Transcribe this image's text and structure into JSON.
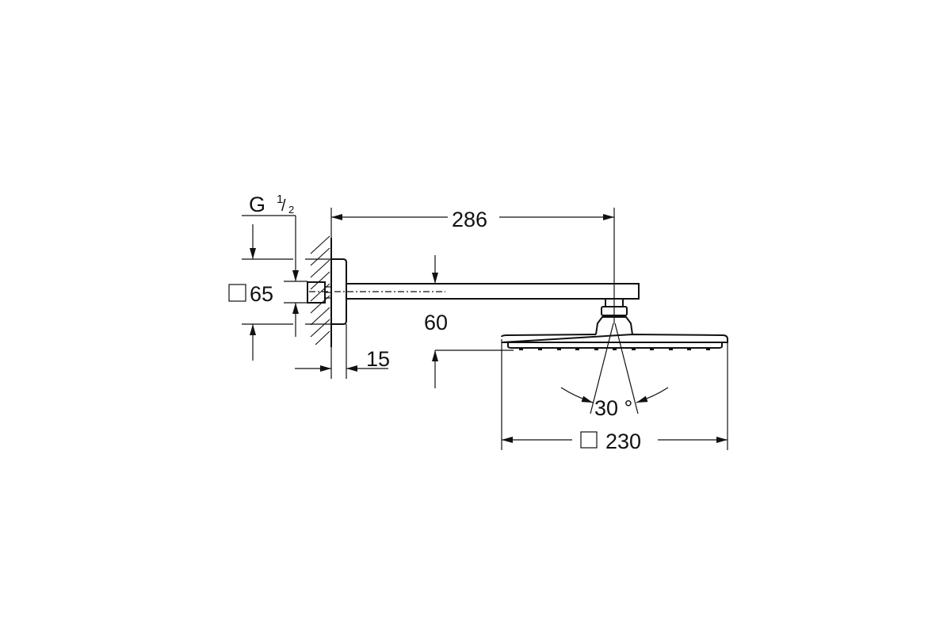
{
  "dimensions": {
    "thread": "G",
    "thread_num": "1",
    "thread_den": "2",
    "flange_size": "65",
    "arm_length": "286",
    "drop": "60",
    "flange_depth": "15",
    "spray_angle": "30 °",
    "head_size": "230"
  },
  "symbols": {
    "square": "□"
  },
  "colors": {
    "line": "#111111",
    "background": "#ffffff"
  }
}
